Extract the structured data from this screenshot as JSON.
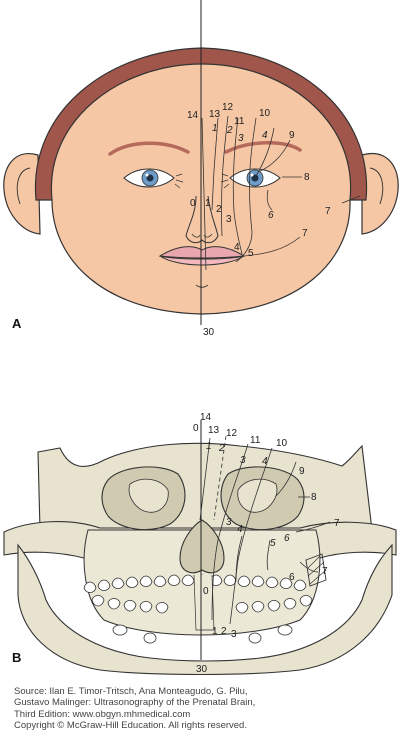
{
  "panel_a": {
    "letter": "A",
    "midline_label": "30",
    "labels": [
      "14",
      "13",
      "12",
      "11",
      "10",
      "9",
      "8",
      "7",
      "7",
      "6",
      "5",
      "4",
      "4",
      "3",
      "3",
      "2",
      "2",
      "1",
      "1",
      "0"
    ]
  },
  "panel_b": {
    "letter": "B",
    "midline_label": "30",
    "labels": [
      "14",
      "0",
      "13",
      "12",
      "11",
      "10",
      "9",
      "8",
      "7",
      "7",
      "6",
      "6",
      "5",
      "4",
      "4",
      "3",
      "3",
      "3",
      "2",
      "2",
      "1",
      "1",
      "0"
    ]
  },
  "colors": {
    "skin": "#f6c7a5",
    "hair": "#a0564a",
    "skull": "#e7e3cf",
    "outline": "#333333",
    "iris": "#6e9cc8"
  },
  "caption": {
    "line1": "Source: Ilan E. Timor-Tritsch, Ana Monteagudo, G. Pilu,",
    "line2": "Gustavo Malinger: Ultrasonography of the Prenatal Brain,",
    "line3": "Third Edition: www.obgyn.mhmedical.com",
    "line4": "Copyright © McGraw-Hill Education. All rights reserved."
  }
}
